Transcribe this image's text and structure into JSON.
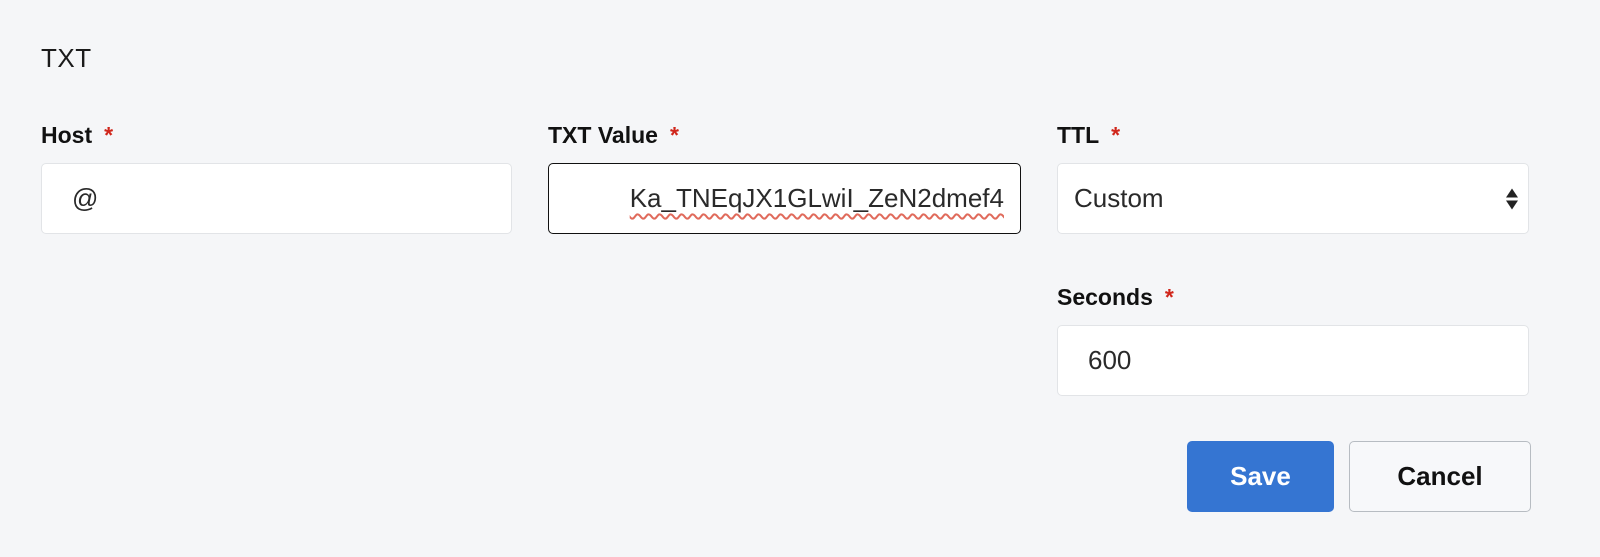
{
  "record": {
    "type": "TXT"
  },
  "fields": {
    "host": {
      "label": "Host",
      "required_mark": "*",
      "value": "@"
    },
    "txt_value": {
      "label": "TXT Value",
      "required_mark": "*",
      "value": "Ka_TNEqJX1GLwiI_ZeN2dmef4"
    },
    "ttl": {
      "label": "TTL",
      "required_mark": "*",
      "selected": "Custom"
    },
    "seconds": {
      "label": "Seconds",
      "required_mark": "*",
      "value": "600"
    }
  },
  "actions": {
    "save_label": "Save",
    "cancel_label": "Cancel"
  },
  "colors": {
    "background": "#f5f6f8",
    "required": "#d0261b",
    "primary_button": "#3575d2",
    "focus_border": "#111111"
  }
}
